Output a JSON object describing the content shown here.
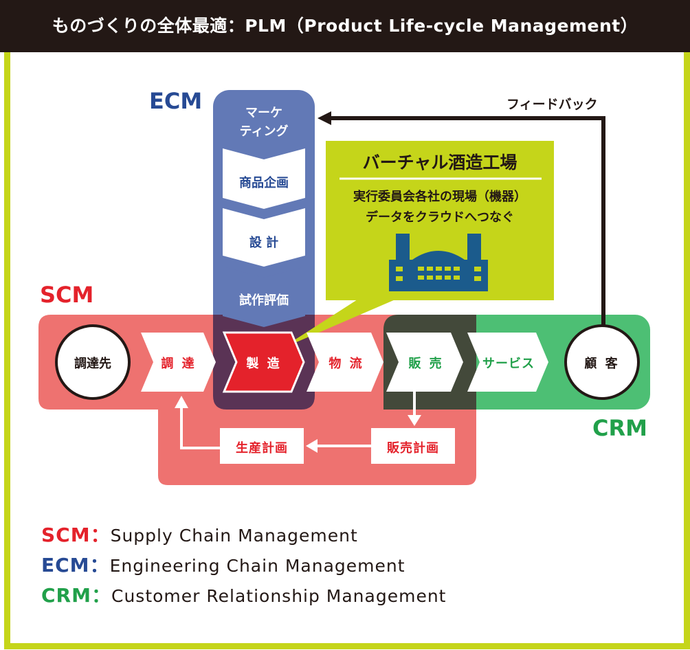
{
  "title": "ものづくりの全体最適：PLM（Product Life-cycle Management）",
  "regions": {
    "ecm": "ECM",
    "scm": "SCM",
    "crm": "CRM"
  },
  "ecm_steps": [
    "マーケ",
    "ティング",
    "商品企画",
    "設 計",
    "試作評価"
  ],
  "flow": {
    "supplier": "調達先",
    "procurement": "調 達",
    "manufacturing": "製 造",
    "logistics": "物 流",
    "sales": "販 売",
    "service": "サービス",
    "customer": "顧 客"
  },
  "plans": {
    "production": "生産計画",
    "sales": "販売計画"
  },
  "feedback": "フィードバック",
  "callout": {
    "title": "バーチャル酒造工場",
    "line1": "実行委員会各社の現場（機器）",
    "line2": "データをクラウドへつなぐ",
    "icon": "factory-icon"
  },
  "legend": [
    {
      "abbr": "SCM",
      "sep": "：",
      "text": "Supply Chain Management",
      "color": "#e4222b"
    },
    {
      "abbr": "ECM",
      "sep": "：",
      "text": "Engineering Chain Management",
      "color": "#274a94"
    },
    {
      "abbr": "CRM",
      "sep": "：",
      "text": "Customer Relationship Management",
      "color": "#21a04a"
    }
  ],
  "colors": {
    "scm_fill": "#ee7270",
    "ecm_fill": "#6279b6",
    "crm_fill": "#4dbf74",
    "ecm_scm_overlap": "#5a3355",
    "scm_crm_overlap": "#43493a",
    "manufacturing": "#e4222b",
    "callout": "#c5d51a",
    "frame": "#c5d51a",
    "title_bar": "#231815"
  }
}
